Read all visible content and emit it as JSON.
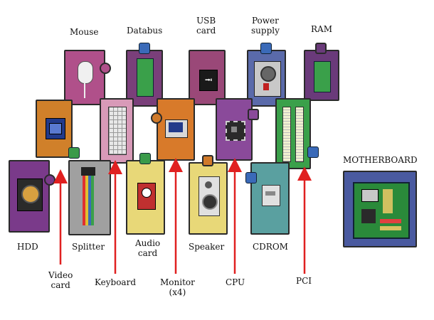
{
  "labels": {
    "mouse": "Mouse",
    "databus": "Databus",
    "usb_line1": "USB",
    "usb_line2": "card",
    "power_line1": "Power",
    "power_line2": "supply",
    "ram": "RAM",
    "motherboard": "MOTHERBOARD",
    "hdd": "HDD",
    "splitter": "Splitter",
    "audio_line1": "Audio",
    "audio_line2": "card",
    "speaker": "Speaker",
    "cdrom": "CDROM",
    "video_line1": "Video",
    "video_line2": "card",
    "keyboard": "Keyboard",
    "monitor_line1": "Monitor",
    "monitor_line2": "(x4)",
    "cpu": "CPU",
    "pci": "PCI"
  },
  "colors": {
    "mouse": "#b0508a",
    "databus": "#7a3f7a",
    "usb": "#9a4878",
    "power": "#5a6aaa",
    "ram": "#6a3a7a",
    "videocard": "#d0802a",
    "keyboard": "#d89ab8",
    "monitor": "#d87a2a",
    "cpu": "#8a4a9a",
    "pci": "#3aa04a",
    "hdd": "#7a3a8a",
    "splitter": "#a0a0a0",
    "audio": "#e8d878",
    "speaker": "#e8d878",
    "cdrom": "#5aa0a0",
    "motherboard": "#4a5aa0",
    "arrow": "#e02020",
    "tab_blue": "#3a6ab8",
    "tab_green": "#3a9a4a",
    "tab_purple": "#8a4a9a",
    "tab_orange": "#d07a2a"
  }
}
